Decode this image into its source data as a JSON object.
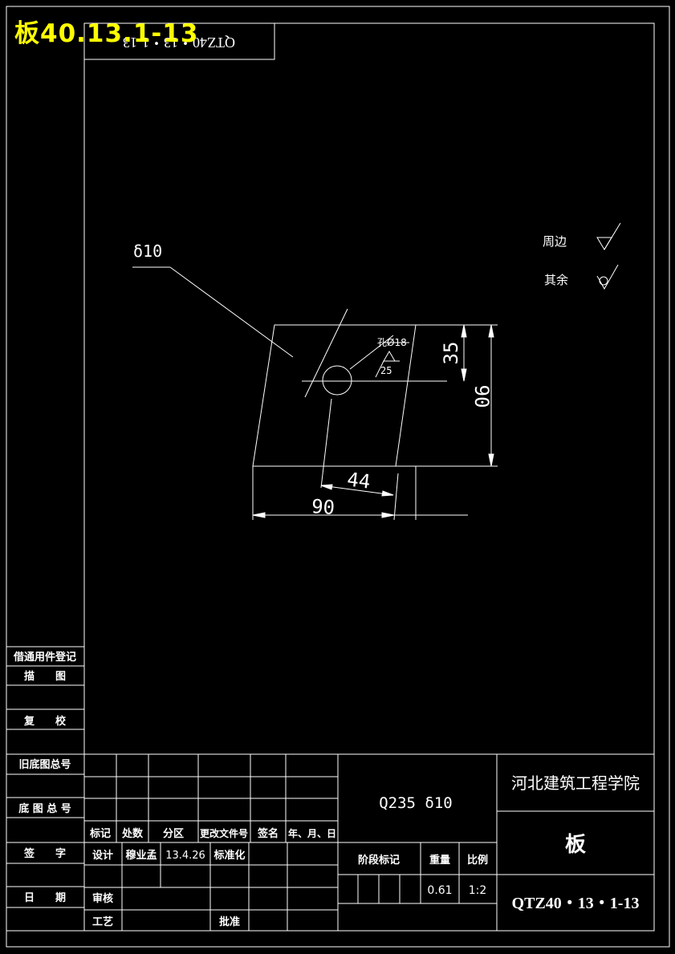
{
  "overlay_title": "板40.13.1-13",
  "corner_code": "QTZ40・13・1-13",
  "drawing": {
    "thickness_label": "δ10",
    "hole_label": "孔Ø18",
    "surface_roughness": "25",
    "dims": {
      "right_upper": "35",
      "right_total": "90",
      "bottom_inner": "44",
      "bottom_total": "90"
    },
    "legend": [
      {
        "label": "周边",
        "symbol": "finish-triangle-icon"
      },
      {
        "label": "其余",
        "symbol": "finish-circle-icon"
      }
    ]
  },
  "left_column": {
    "registry": "借通用件登记",
    "tracing": "描　　图",
    "checking": "复　　校",
    "old_number": "旧底图总号",
    "base_number": "底 图 总 号",
    "signature": "签　　字",
    "date": "日　　期"
  },
  "title_block": {
    "material": "Q235  δ10",
    "school": "河北建筑工程学院",
    "part_name": "板",
    "drawing_number": "QTZ40・13・1-13",
    "rev_headers": [
      "标记",
      "处数",
      "分区",
      "更改文件号",
      "签名",
      "年、月、日"
    ],
    "design_label": "设计",
    "designer": "穆业孟",
    "design_date": "13.4.26",
    "standardization": "标准化",
    "review": "审核",
    "process": "工艺",
    "approve": "批准",
    "stage_mark": "阶段标记",
    "weight_label": "重量",
    "scale_label": "比例",
    "weight": "0.61",
    "scale": "1:2"
  }
}
